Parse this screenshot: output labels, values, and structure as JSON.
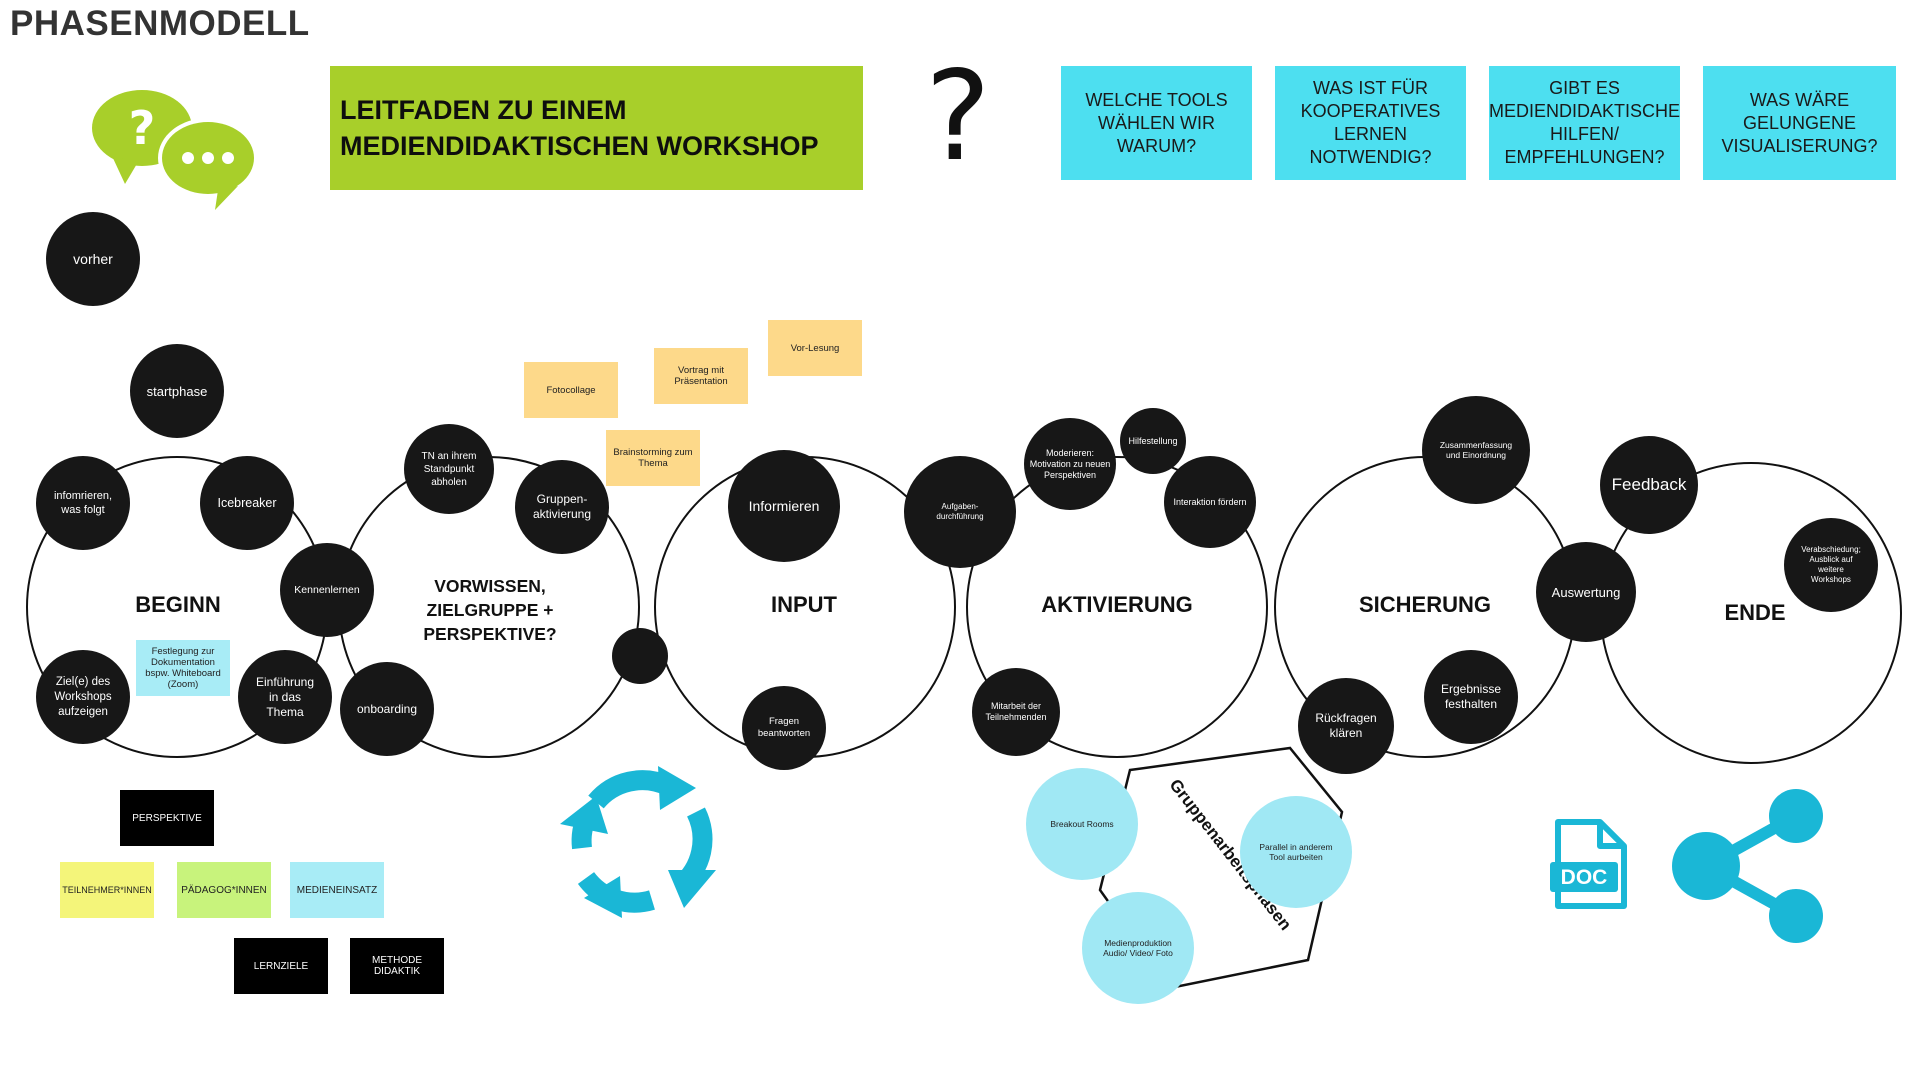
{
  "page_title": "PHASENMODELL",
  "title_box": "LEITFADEN ZU EINEM\nMEDIENDIDAKTISCHEN WORKSHOP",
  "question_mark": "?",
  "questions": [
    "WELCHE TOOLS\nWÄHLEN WIR\nWARUM?",
    "WAS IST FÜR\nKOOPERATIVES\nLERNEN\nNOTWENDIG?",
    "GIBT ES\nMEDIENDIDAKTISCHE\nHILFEN/\nEMPFEHLUNGEN?",
    "WAS WÄRE\nGELUNGENE\nVISUALISERUNG?"
  ],
  "standalone_dots": {
    "vorher": "vorher",
    "startphase": "startphase"
  },
  "phases": [
    {
      "label": "BEGINN"
    },
    {
      "label": "VORWISSEN,\nZIELGRUPPE +\nPERSPEKTIVE?"
    },
    {
      "label": "INPUT"
    },
    {
      "label": "AKTIVIERUNG"
    },
    {
      "label": "SICHERUNG"
    },
    {
      "label": "ENDE"
    }
  ],
  "dots": {
    "informieren_folgt": "infomrieren,\nwas folgt",
    "icebreaker": "Icebreaker",
    "kennenlernen": "Kennenlernen",
    "ziele": "Ziel(e) des\nWorkshops\naufzeigen",
    "einfuehrung": "Einführung\nin das\nThema",
    "tn_abholen": "TN an ihrem\nStandpunkt\nabholen",
    "gruppen": "Gruppen-\naktivierung",
    "onboarding": "onboarding",
    "informieren": "Informieren",
    "fragen": "Fragen\nbeantworten",
    "aufgaben": "Aufgaben-\ndurchführung",
    "moderieren": "Moderieren:\nMotivation zu neuen\nPerspektiven",
    "hilfestellung": "Hilfestellung",
    "interaktion": "Interaktion fördern",
    "mitarbeit": "Mitarbeit der\nTeilnehmenden",
    "zusammenfassung": "Zusammenfassung\nund Einordnung",
    "rueckfragen": "Rückfragen\nklären",
    "ergebnisse": "Ergebnisse\nfesthalten",
    "auswertung": "Auswertung",
    "feedback": "Feedback",
    "verabschiedung": "Verabschiedung;\nAusblick auf\nweitere\nWorkshops"
  },
  "stickies": {
    "festlegung": "Festlegung zur\nDokumentation\nbspw. Whiteboard\n(Zoom)",
    "fotocollage": "Fotocollage",
    "vortrag": "Vortrag mit\nPräsentation",
    "vorlesung": "Vor-Lesung",
    "brainstorming": "Brainstorming zum\nThema"
  },
  "legend": {
    "perspektive": "PERSPEKTIVE",
    "teilnehmer": "TEILNEHMER*INNEN",
    "paedagog": "PÄDAGOG*INNEN",
    "medieneinsatz": "MEDIENEINSATZ",
    "lernziele": "LERNZIELE",
    "methode": "METHODE\nDIDAKTIK"
  },
  "gruppenarbeit": {
    "label": "Gruppenarbeitsphasen",
    "breakout": "Breakout Rooms",
    "parallel": "Parallel in anderem\nTool aurbeiten",
    "medienproduktion": "Medienproduktion\nAudio/ Video/ Foto"
  },
  "doc_icon_text": "DOC",
  "colors": {
    "green": "#a8cf2a",
    "cyan_box": "#4ddff0",
    "cyan_icon": "#1ab7d6",
    "sticky_orange": "#fdd98a",
    "sticky_yellow": "#f4f57a",
    "sticky_lightgreen": "#c8f37c",
    "sticky_cyan": "#a8ecf6",
    "dot_black": "#171717"
  },
  "icons": [
    "speech-bubbles-icon",
    "refresh-cycle-icon",
    "doc-file-icon",
    "share-icon"
  ]
}
